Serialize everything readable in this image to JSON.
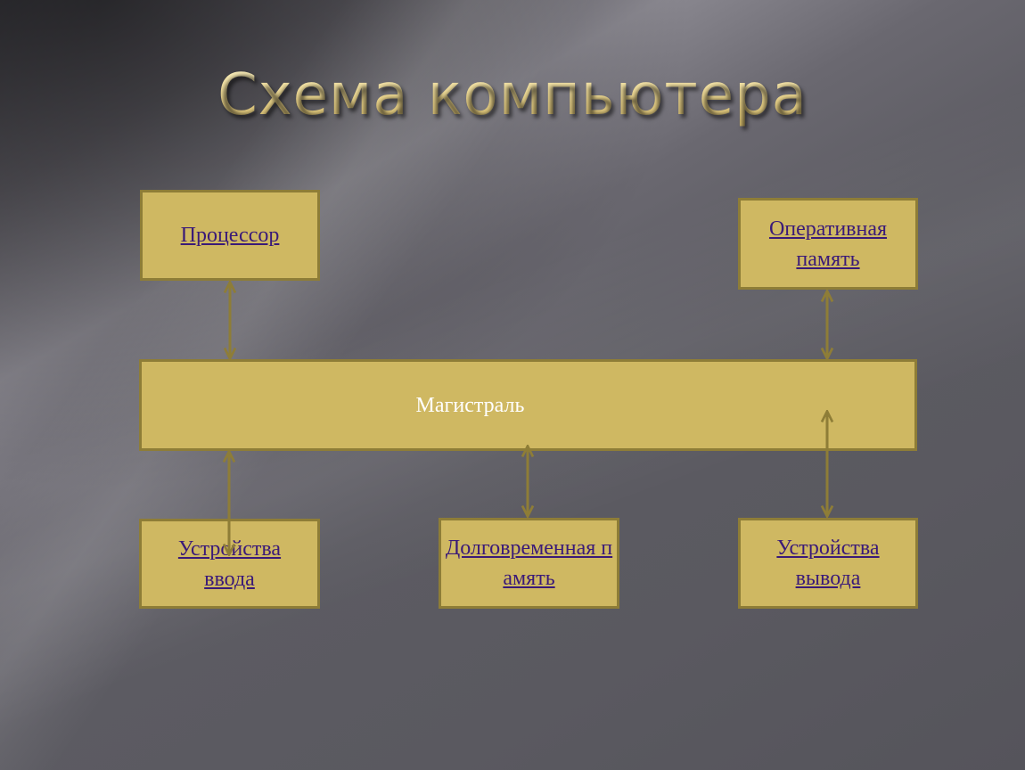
{
  "slide": {
    "title": "Схема компьютера"
  },
  "diagram": {
    "nodes": {
      "processor": "Процессор",
      "ram": "Оперативная память",
      "bus": "Магистраль",
      "input": "Устройства ввода",
      "storage": "Долговременная память",
      "output": "Устройства вывода"
    },
    "colors": {
      "box_fill": "#cfb862",
      "box_border": "#8e7d37",
      "arrow": "#8e7d37",
      "link_text": "#3a1a78",
      "title": "#e7d18a"
    }
  }
}
